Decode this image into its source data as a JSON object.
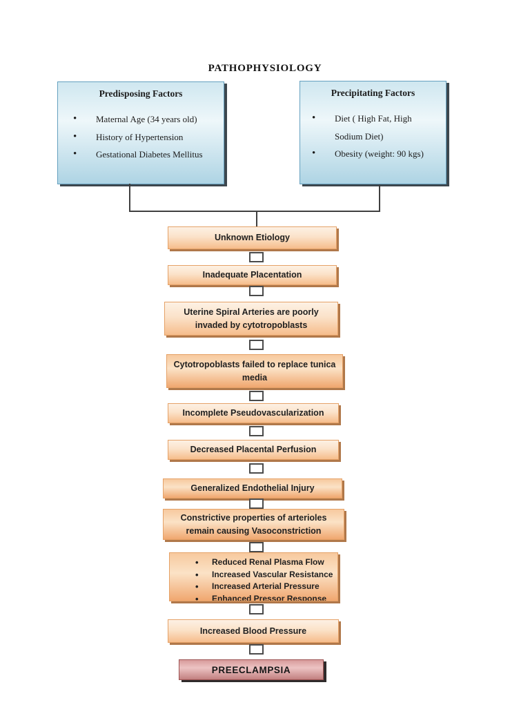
{
  "title": "PATHOPHYSIOLOGY",
  "factors": [
    {
      "title": "Predisposing Factors",
      "items": [
        "Maternal Age (34 years old)",
        "History of Hypertension",
        "Gestational Diabetes Mellitus"
      ]
    },
    {
      "title": "Precipitating Factors",
      "items": [
        "Diet ( High Fat, High Sodium Diet)",
        "Obesity (weight: 90 kgs)"
      ]
    }
  ],
  "flow": {
    "steps": [
      {
        "label": "Unknown Etiology"
      },
      {
        "label": "Inadequate Placentation"
      },
      {
        "label": "Uterine Spiral Arteries are poorly invaded by cytotropoblasts"
      },
      {
        "label": "Cytotropoblasts failed to replace tunica media"
      },
      {
        "label": "Incomplete Pseudovascularization"
      },
      {
        "label": "Decreased Placental Perfusion"
      },
      {
        "label": "Generalized Endothelial Injury"
      },
      {
        "label": "Constrictive properties of arterioles remain causing Vasoconstriction"
      },
      {
        "items": [
          "Reduced Renal Plasma Flow",
          "Increased Vascular Resistance",
          "Increased Arterial Pressure",
          "Enhanced Pressor Response"
        ]
      },
      {
        "label": "Increased Blood Pressure"
      }
    ],
    "outcome": "PREECLAMPSIA"
  },
  "colors": {
    "page-bg": "#ffffff",
    "line": "#3f3f3f",
    "blue-border": "#64a0bf",
    "blue-top": "#cfe7f0",
    "blue-mid": "#eef7fa",
    "blue-bottom": "#aed4e4",
    "blue-shadow": "#3d474e",
    "orange-border": "#e5a166",
    "orange-light-top": "#fdf1e4",
    "orange-light-mid": "#fbe2c9",
    "orange-light-bottom": "#f6bd8c",
    "orange-dark-top": "#f7c99e",
    "orange-dark-mid": "#fbe2c6",
    "orange-dark-bottom": "#f0a76f",
    "orange-shadow": "#b0784a",
    "square-border": "#4a4a4a",
    "pink-top": "#d89b9b",
    "pink-mid": "#ecc3c3",
    "pink-bottom": "#c28080",
    "pink-border": "#9c5252",
    "pink-shadow": "#2f2b2b",
    "text": "#1f1f1f"
  }
}
